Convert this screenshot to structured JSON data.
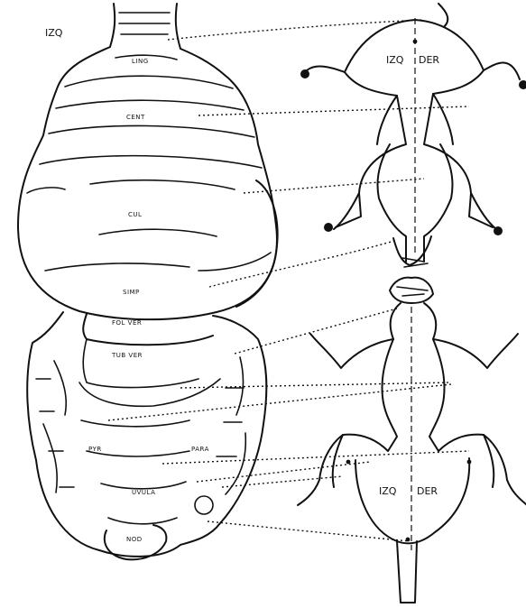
{
  "diagram": {
    "corner_label": "IZQ",
    "cerebellum_labels": {
      "ling": "LING",
      "cent": "CENT",
      "cul": "CUL",
      "simp": "SIMP",
      "fol_ver": "FOL VER",
      "tub_ver": "TUB VER",
      "pyr": "PYR",
      "para": "PARA",
      "uvula": "UVULA",
      "nod": "NOD"
    },
    "homunculus_upper": {
      "left": "IZQ",
      "right": "DER"
    },
    "homunculus_lower": {
      "left": "IZQ",
      "right": "DER"
    }
  }
}
